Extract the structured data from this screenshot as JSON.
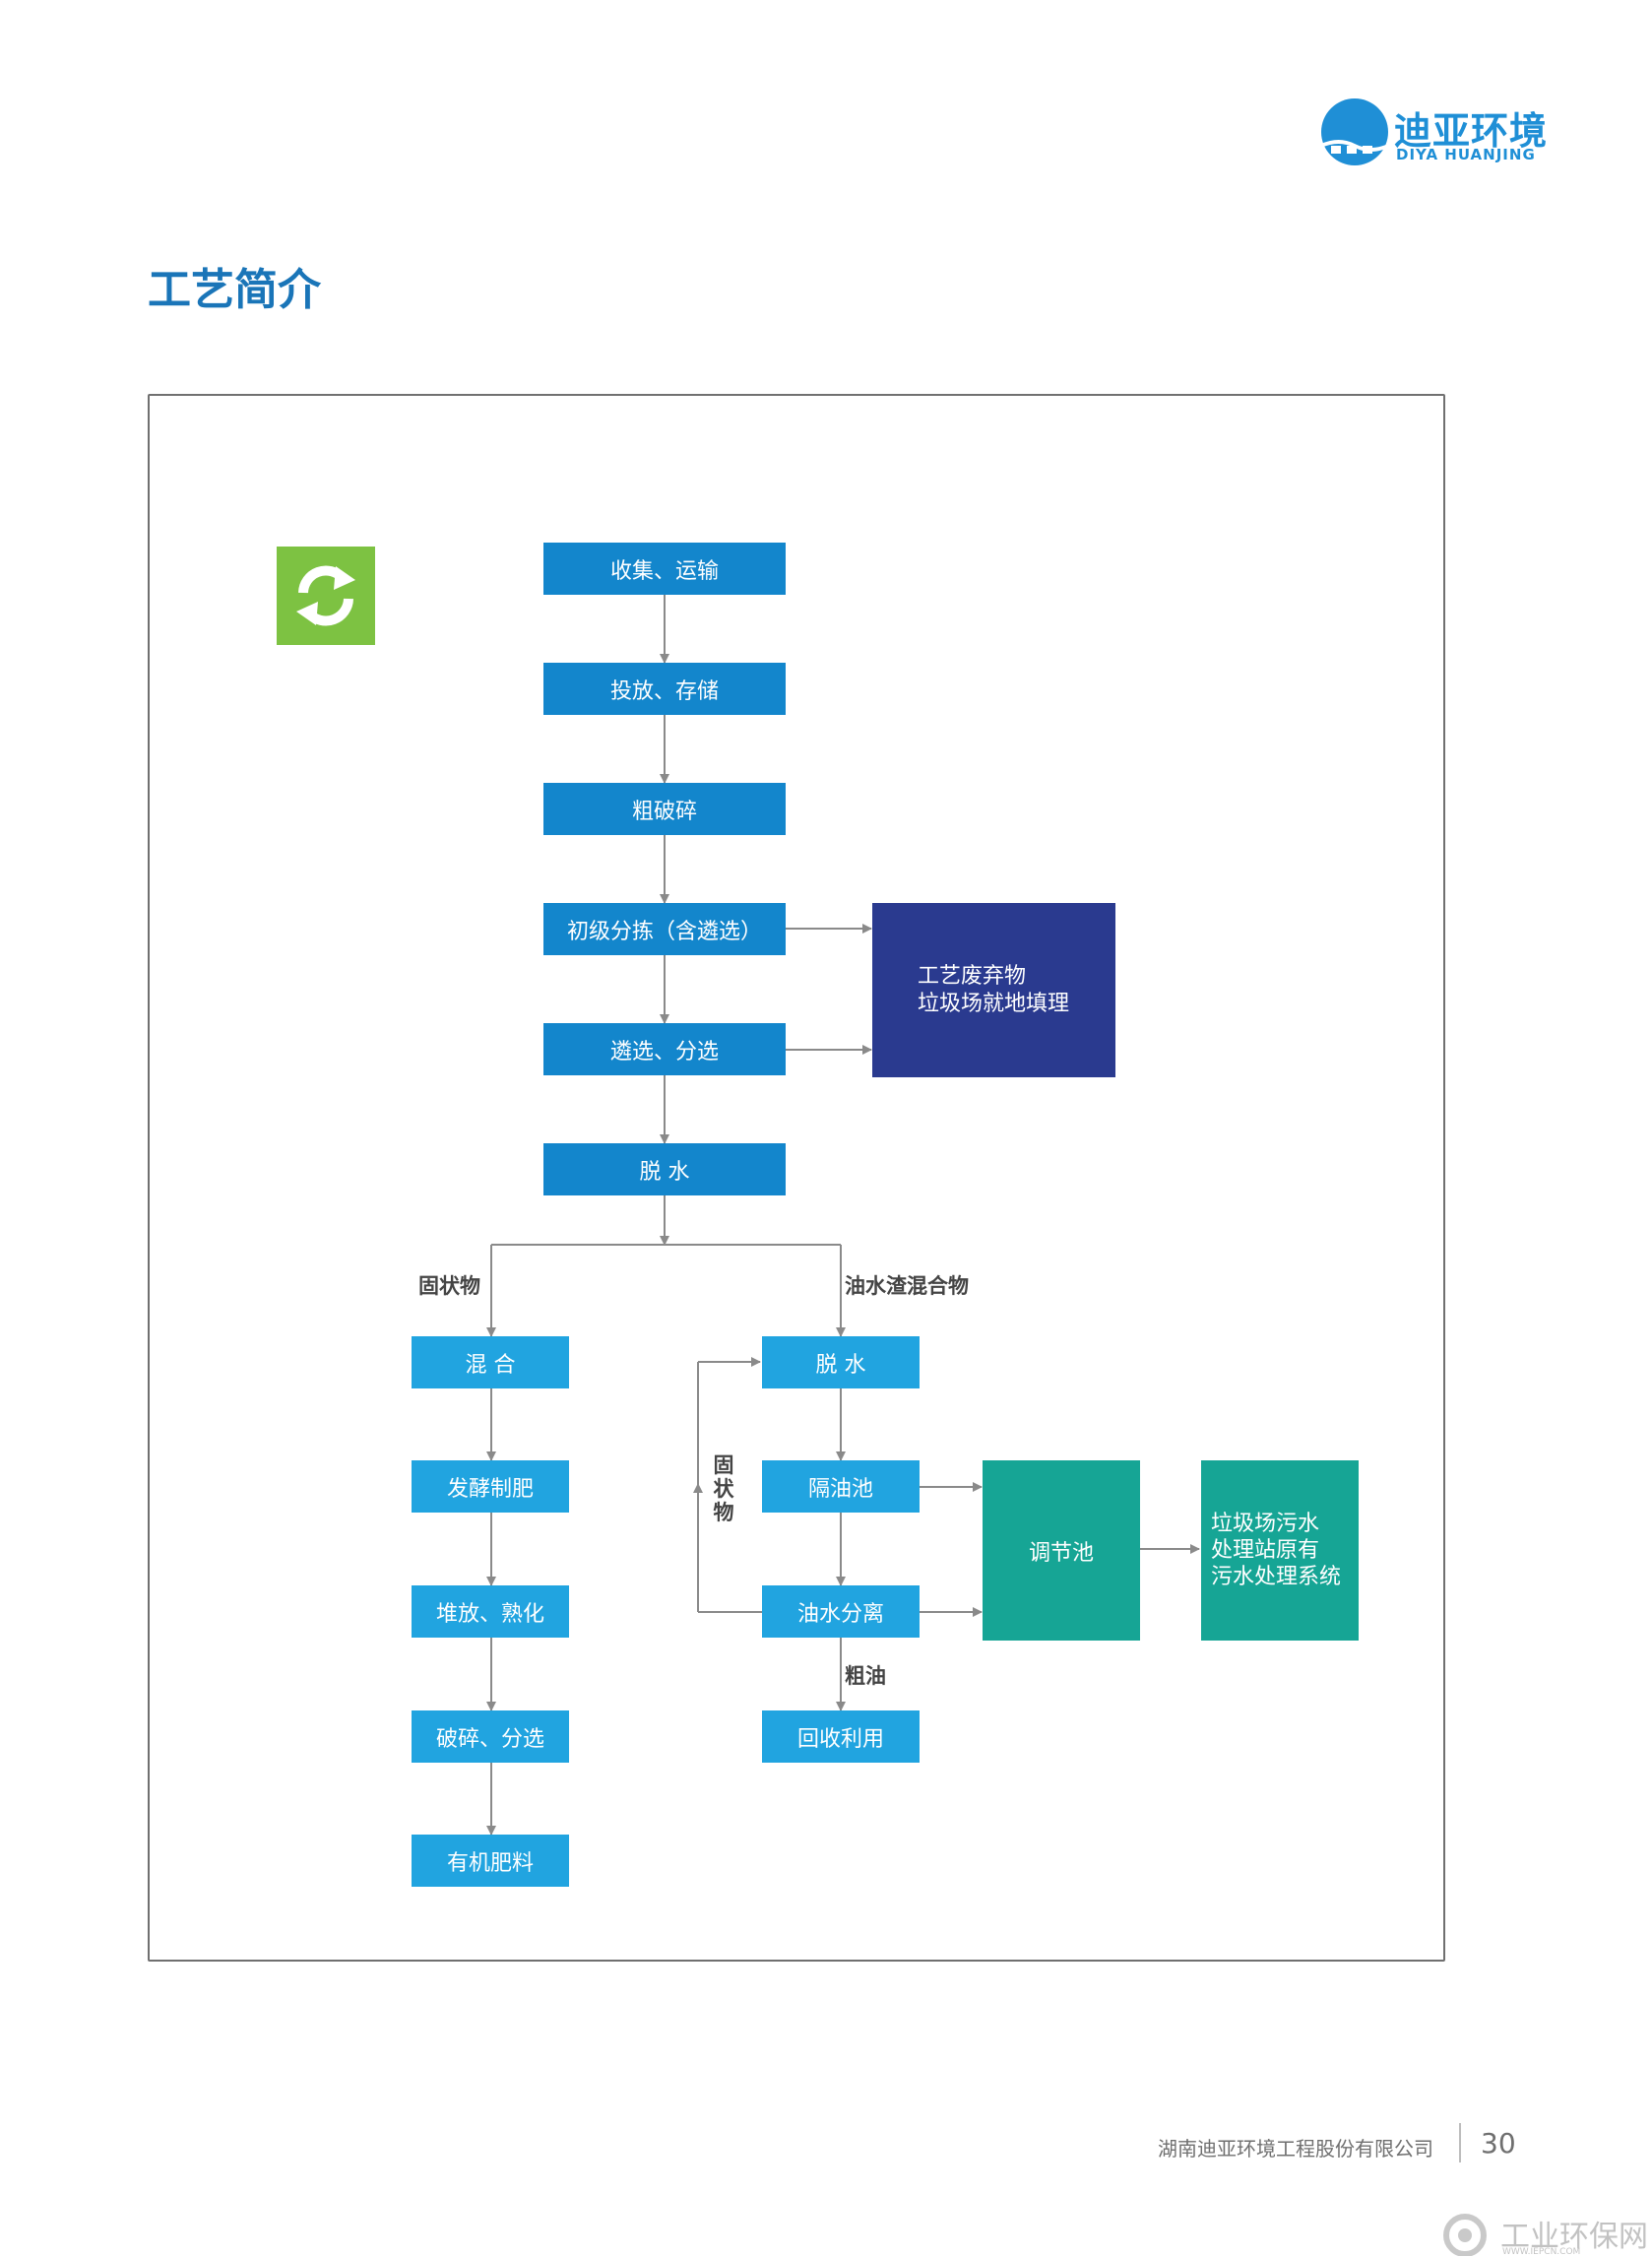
{
  "brand": {
    "name_cn": "迪亚环境",
    "name_en": "DIYA HUANJING",
    "color": "#1f8fd6"
  },
  "page": {
    "title": "工艺简介",
    "company": "湖南迪亚环境工程股份有限公司",
    "page_number": "30"
  },
  "colors": {
    "process_blue": "#1386cc",
    "process_light_blue": "#21a4e0",
    "navy": "#2a3a8f",
    "teal": "#16a595",
    "badge_green": "#7dc242"
  },
  "badge": {
    "icon": "refresh-arrows-icon"
  },
  "flow": {
    "main": [
      "收集、运输",
      "投放、存储",
      "粗破碎",
      "初级分拣（含遴选）",
      "遴选、分选",
      "脱 水"
    ],
    "waste_box": [
      "工艺废弃物",
      "垃圾场就地填理"
    ],
    "branch_labels": {
      "solid": "固状物",
      "oily": "油水渣混合物",
      "solid_return": "固状物",
      "crude_oil": "粗油"
    },
    "solid_chain": [
      "混 合",
      "发酵制肥",
      "堆放、熟化",
      "破碎、分选",
      "有机肥料"
    ],
    "oily_chain": [
      "脱 水",
      "隔油池",
      "油水分离",
      "回收利用"
    ],
    "regulating_tank": "调节池",
    "treatment_station": [
      "垃圾场污水",
      "处理站原有",
      "污水处理系统"
    ]
  },
  "watermark": {
    "cn": "工业环保网",
    "en": "WWW.IEPCN.COM"
  }
}
